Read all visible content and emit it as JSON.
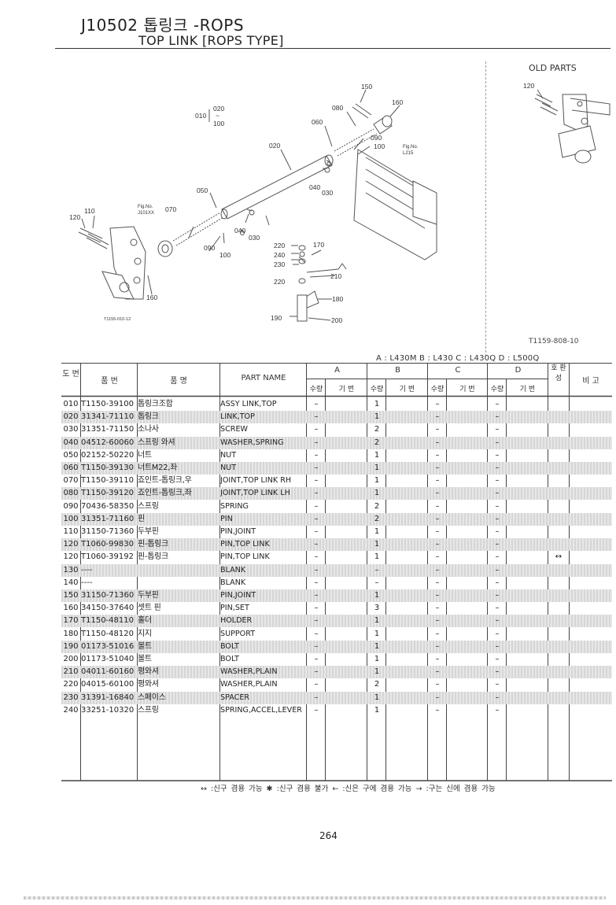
{
  "header": {
    "code_title": "J10502 톱링크 -ROPS",
    "en_title": "TOP LINK [ROPS TYPE]"
  },
  "diagram": {
    "old_parts_label": "OLD PARTS",
    "figure_code": "T1159-808-10",
    "small_code": "T1155-010-12",
    "callouts": [
      "150",
      "160",
      "080",
      "060",
      "090",
      "100",
      "020",
      "010",
      "020",
      "~",
      "100",
      "040",
      "030",
      "050",
      "070",
      "110",
      "120",
      "040",
      "030",
      "090",
      "100",
      "220",
      "240",
      "230",
      "170",
      "210",
      "220",
      "180",
      "190",
      "200",
      "160",
      "120"
    ],
    "fig_refs": [
      "Fig.No.",
      "L215",
      "Fig.No.",
      "J101XX"
    ]
  },
  "models_line": "A : L430M   B : L430   C : L430Q   D : L500Q",
  "table": {
    "headers": {
      "no": "도 번",
      "part_no": "품    번",
      "name_ko": "품        명",
      "name_en": "PART NAME",
      "a": "A",
      "b": "B",
      "c": "C",
      "d": "D",
      "qty": "수량",
      "code": "기 번",
      "interchange": "호 환 성",
      "remarks": "비  고"
    },
    "rows": [
      {
        "no": "010",
        "pn": "T1150-39100",
        "ko": "톱링크조합",
        "en": "ASSY LINK,TOP",
        "a": "–",
        "b": "1",
        "c": "–",
        "d": "–",
        "ix": "",
        "shade": false
      },
      {
        "no": "020",
        "pn": "31341-71110",
        "ko": "톱링크",
        "en": "LINK,TOP",
        "a": "–",
        "b": "1",
        "c": "–",
        "d": "–",
        "ix": "",
        "shade": true
      },
      {
        "no": "030",
        "pn": "31351-71150",
        "ko": "소나사",
        "en": "SCREW",
        "a": "–",
        "b": "2",
        "c": "–",
        "d": "–",
        "ix": "",
        "shade": false
      },
      {
        "no": "040",
        "pn": "04512-60060",
        "ko": "스프링 와셔",
        "en": "WASHER,SPRING",
        "a": "–",
        "b": "2",
        "c": "–",
        "d": "–",
        "ix": "",
        "shade": true
      },
      {
        "no": "050",
        "pn": "02152-50220",
        "ko": "너트",
        "en": "NUT",
        "a": "–",
        "b": "1",
        "c": "–",
        "d": "–",
        "ix": "",
        "shade": false
      },
      {
        "no": "060",
        "pn": "T1150-39130",
        "ko": "너트M22,좌",
        "en": "NUT",
        "a": "–",
        "b": "1",
        "c": "–",
        "d": "–",
        "ix": "",
        "shade": true
      },
      {
        "no": "070",
        "pn": "T1150-39110",
        "ko": "죠인트-톱링크,우",
        "en": "JOINT,TOP LINK RH",
        "a": "–",
        "b": "1",
        "c": "–",
        "d": "–",
        "ix": "",
        "shade": false
      },
      {
        "no": "080",
        "pn": "T1150-39120",
        "ko": "죠인트-톱링크,좌",
        "en": "JOINT,TOP LINK LH",
        "a": "–",
        "b": "1",
        "c": "–",
        "d": "–",
        "ix": "",
        "shade": true
      },
      {
        "no": "090",
        "pn": "70436-58350",
        "ko": "스프링",
        "en": "SPRING",
        "a": "–",
        "b": "2",
        "c": "–",
        "d": "–",
        "ix": "",
        "shade": false
      },
      {
        "no": "100",
        "pn": "31351-71160",
        "ko": "핀",
        "en": "PIN",
        "a": "–",
        "b": "2",
        "c": "–",
        "d": "–",
        "ix": "",
        "shade": true
      },
      {
        "no": "110",
        "pn": "31150-71360",
        "ko": "두부핀",
        "en": "PIN,JOINT",
        "a": "–",
        "b": "1",
        "c": "–",
        "d": "–",
        "ix": "",
        "shade": false
      },
      {
        "no": "120",
        "pn": "T1060-99830",
        "ko": "핀-톱링크",
        "en": "PIN,TOP LINK",
        "a": "–",
        "b": "1",
        "c": "–",
        "d": "–",
        "ix": "",
        "shade": true
      },
      {
        "no": "120",
        "pn": "T1060-39192",
        "ko": "핀-톱링크",
        "en": "PIN,TOP LINK",
        "a": "–",
        "b": "1",
        "c": "–",
        "d": "–",
        "ix": "↔",
        "shade": false
      },
      {
        "no": "130",
        "pn": "----",
        "ko": "",
        "en": "BLANK",
        "a": "–",
        "b": "–",
        "c": "–",
        "d": "–",
        "ix": "",
        "shade": true
      },
      {
        "no": "140",
        "pn": "----",
        "ko": "",
        "en": "BLANK",
        "a": "–",
        "b": "–",
        "c": "–",
        "d": "–",
        "ix": "",
        "shade": false
      },
      {
        "no": "150",
        "pn": "31150-71360",
        "ko": "두부핀",
        "en": "PIN,JOINT",
        "a": "–",
        "b": "1",
        "c": "–",
        "d": "–",
        "ix": "",
        "shade": true
      },
      {
        "no": "160",
        "pn": "34150-37640",
        "ko": "셋트 핀",
        "en": "PIN,SET",
        "a": "–",
        "b": "3",
        "c": "–",
        "d": "–",
        "ix": "",
        "shade": false
      },
      {
        "no": "170",
        "pn": "T1150-48110",
        "ko": "홀더",
        "en": "HOLDER",
        "a": "–",
        "b": "1",
        "c": "–",
        "d": "–",
        "ix": "",
        "shade": true
      },
      {
        "no": "180",
        "pn": "T1150-48120",
        "ko": "지지",
        "en": "SUPPORT",
        "a": "–",
        "b": "1",
        "c": "–",
        "d": "–",
        "ix": "",
        "shade": false
      },
      {
        "no": "190",
        "pn": "01173-51016",
        "ko": "볼트",
        "en": "BOLT",
        "a": "–",
        "b": "1",
        "c": "–",
        "d": "–",
        "ix": "",
        "shade": true
      },
      {
        "no": "200",
        "pn": "01173-51040",
        "ko": "볼트",
        "en": "BOLT",
        "a": "–",
        "b": "1",
        "c": "–",
        "d": "–",
        "ix": "",
        "shade": false
      },
      {
        "no": "210",
        "pn": "04011-60160",
        "ko": "평와셔",
        "en": "WASHER,PLAIN",
        "a": "–",
        "b": "1",
        "c": "–",
        "d": "–",
        "ix": "",
        "shade": true
      },
      {
        "no": "220",
        "pn": "04015-60100",
        "ko": "평와셔",
        "en": "WASHER,PLAIN",
        "a": "–",
        "b": "2",
        "c": "–",
        "d": "–",
        "ix": "",
        "shade": false
      },
      {
        "no": "230",
        "pn": "31391-16840",
        "ko": "스페이스",
        "en": "SPACER",
        "a": "–",
        "b": "1",
        "c": "–",
        "d": "–",
        "ix": "",
        "shade": true
      },
      {
        "no": "240",
        "pn": "33251-10320",
        "ko": "스프링",
        "en": "SPRING,ACCEL,LEVER",
        "a": "–",
        "b": "1",
        "c": "–",
        "d": "–",
        "ix": "",
        "shade": false
      }
    ]
  },
  "legend": "↔ :신구 겸용 가능    ✱ :신구 겸용 불가    ← :신은 구에 겸용 가능    → :구는 신에 겸용 가능",
  "page_number": "264"
}
